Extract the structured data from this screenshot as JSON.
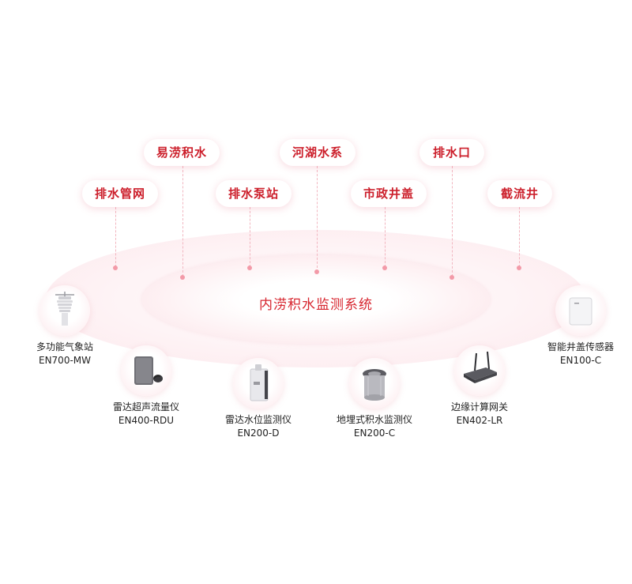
{
  "center": {
    "title": "内涝积水监测系统"
  },
  "tags": [
    {
      "label": "易涝积水"
    },
    {
      "label": "河湖水系"
    },
    {
      "label": "排水口"
    },
    {
      "label": "排水管网"
    },
    {
      "label": "排水泵站"
    },
    {
      "label": "市政井盖"
    },
    {
      "label": "截流井"
    }
  ],
  "devices": [
    {
      "name": "多功能气象站",
      "model": "EN700-MW",
      "icon": "weather-station-icon"
    },
    {
      "name": "雷达超声流量仪",
      "model": "EN400-RDU",
      "icon": "flow-meter-icon"
    },
    {
      "name": "雷达水位监测仪",
      "model": "EN200-D",
      "icon": "water-level-sensor-icon"
    },
    {
      "name": "地埋式积水监测仪",
      "model": "EN200-C",
      "icon": "buried-sensor-icon"
    },
    {
      "name": "边缘计算网关",
      "model": "EN402-LR",
      "icon": "gateway-router-icon"
    },
    {
      "name": "智能井盖传感器",
      "model": "EN100-C",
      "icon": "manhole-sensor-icon"
    }
  ],
  "colors": {
    "accent": "#cc1f2b",
    "ring": "#fbe1e6",
    "dash": "#f2b6c0"
  }
}
